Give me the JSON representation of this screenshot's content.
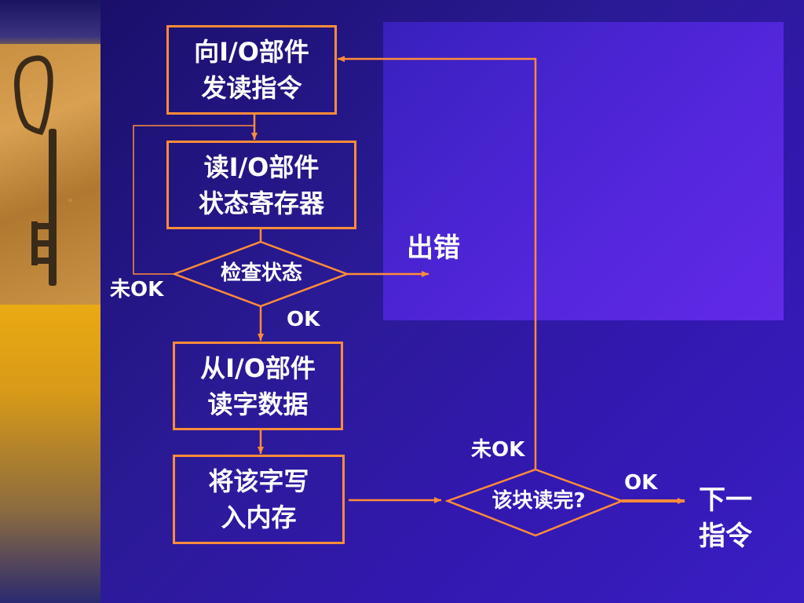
{
  "nodes": {
    "send_read": "向I/O部件\n发读指令",
    "read_status": "读I/O部件\n状态寄存器",
    "check_status": "检查状态",
    "read_word": "从I/O部件\n读字数据",
    "write_memory": "将该字写\n入内存",
    "block_done": "该块读完?"
  },
  "labels": {
    "error": "出错",
    "not_ok_1": "未OK",
    "ok_1": "OK",
    "not_ok_2": "未OK",
    "ok_2": "OK",
    "next_instruction": "下一\n指令"
  },
  "colors": {
    "line": "#ff8c3a",
    "text": "#ffffff",
    "background": "#2a1a95"
  }
}
